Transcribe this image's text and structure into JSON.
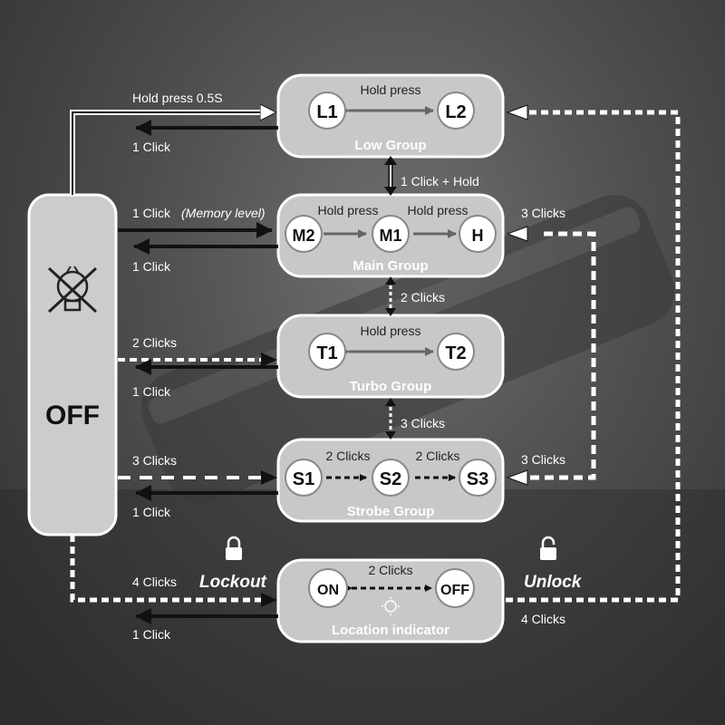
{
  "off_panel": {
    "label": "OFF",
    "icon": "bulb-off-icon"
  },
  "low_group": {
    "title": "Low Group",
    "modes": [
      "L1",
      "L2"
    ],
    "transition": "Hold press"
  },
  "main_group": {
    "title": "Main Group",
    "modes": [
      "M2",
      "M1",
      "H"
    ],
    "transitions": [
      "Hold press",
      "Hold press"
    ]
  },
  "turbo_group": {
    "title": "Turbo Group",
    "modes": [
      "T1",
      "T2"
    ],
    "transition": "Hold press"
  },
  "strobe_group": {
    "title": "Strobe Group",
    "modes": [
      "S1",
      "S2",
      "S3"
    ],
    "transitions": [
      "2 Clicks",
      "2 Clicks"
    ]
  },
  "location_group": {
    "title": "Location indicator",
    "modes": [
      "ON",
      "OFF"
    ],
    "transition": "2 Clicks"
  },
  "links": {
    "off_to_low": "Hold press 0.5S",
    "low_to_off": "1 Click",
    "low_main": "1 Click + Hold",
    "off_to_main": "1 Click",
    "memory_note": "(Memory level)",
    "main_to_off": "1 Click",
    "main_to_strobe": "3 Clicks",
    "main_turbo": "2 Clicks",
    "off_to_turbo": "2 Clicks",
    "turbo_to_off": "1 Click",
    "turbo_strobe": "3 Clicks",
    "off_to_strobe": "3 Clicks",
    "strobe_to_off": "1 Click",
    "strobe_right": "3 Clicks",
    "off_to_lockout": "4 Clicks",
    "lockout_to_off": "1 Click",
    "lockout_label": "Lockout",
    "unlock_label": "Unlock",
    "unlock_clicks": "4 Clicks"
  }
}
